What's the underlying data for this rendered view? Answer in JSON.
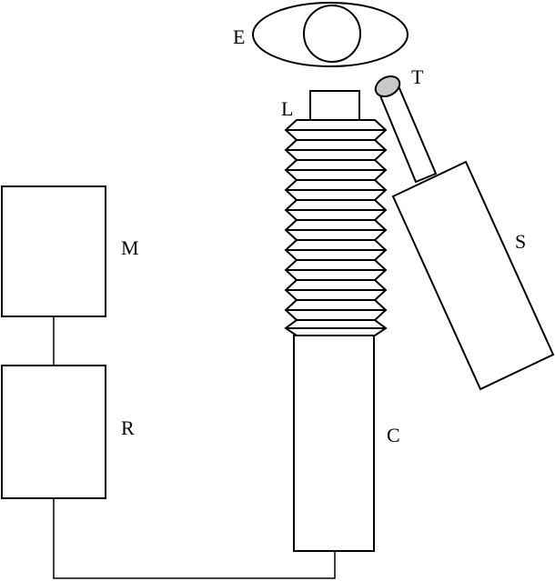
{
  "labels": {
    "eye": "E",
    "tip": "T",
    "lens": "L",
    "module": "M",
    "recorder": "R",
    "cylinder": "C",
    "sensor": "S"
  },
  "colors": {
    "stroke": "#000000",
    "background": "#ffffff",
    "tip_fill": "#c8c8c8"
  }
}
